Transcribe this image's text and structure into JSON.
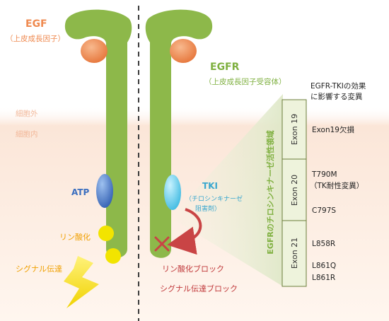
{
  "labels": {
    "egf": "EGF",
    "egf_sub": "（上皮成長因子）",
    "egfr": "EGFR",
    "egfr_sub": "（上皮成長因子受容体）",
    "extracellular": "細胞外",
    "intracellular": "細胞内",
    "atp": "ATP",
    "tki": "TKI",
    "tki_sub1": "（チロシンキナーゼ",
    "tki_sub2": "阻害剤）",
    "phosphorylation": "リン酸化",
    "signaling": "シグナル伝達",
    "phos_block": "リン酸化ブロック",
    "signal_block": "シグナル伝達ブロック"
  },
  "domain_panel": {
    "title": "EGFRのチロシンキナーゼ活性領域",
    "effect_header_line1": "EGFR-TKIの効果",
    "effect_header_line2": "に影響する変異",
    "exons": [
      {
        "label": "Exon 19",
        "mutations": [
          "Exon19欠損"
        ]
      },
      {
        "label": "Exon 20",
        "mutations": [
          "T790M",
          "（TK耐性変異）",
          "C797S"
        ]
      },
      {
        "label": "Exon 21",
        "mutations": [
          "L858R",
          "L861Q",
          "L861R"
        ]
      }
    ]
  },
  "colors": {
    "receptor_green": "#8db84a",
    "egf_orange": "#ef8a50",
    "atp_blue": "#3d6fc4",
    "tki_cyan": "#4cc4e6",
    "phospho_yellow": "#f2e400",
    "block_red": "#c94445",
    "label_orange": "#ef8a50",
    "label_green": "#7fb040",
    "label_blue": "#3b6fbf",
    "label_cyan": "#3aa7cf",
    "label_yellow_text": "#f0a000",
    "label_red": "#c0383a",
    "panel_fill": "#eef3dc",
    "panel_border": "#6b7c3a"
  }
}
